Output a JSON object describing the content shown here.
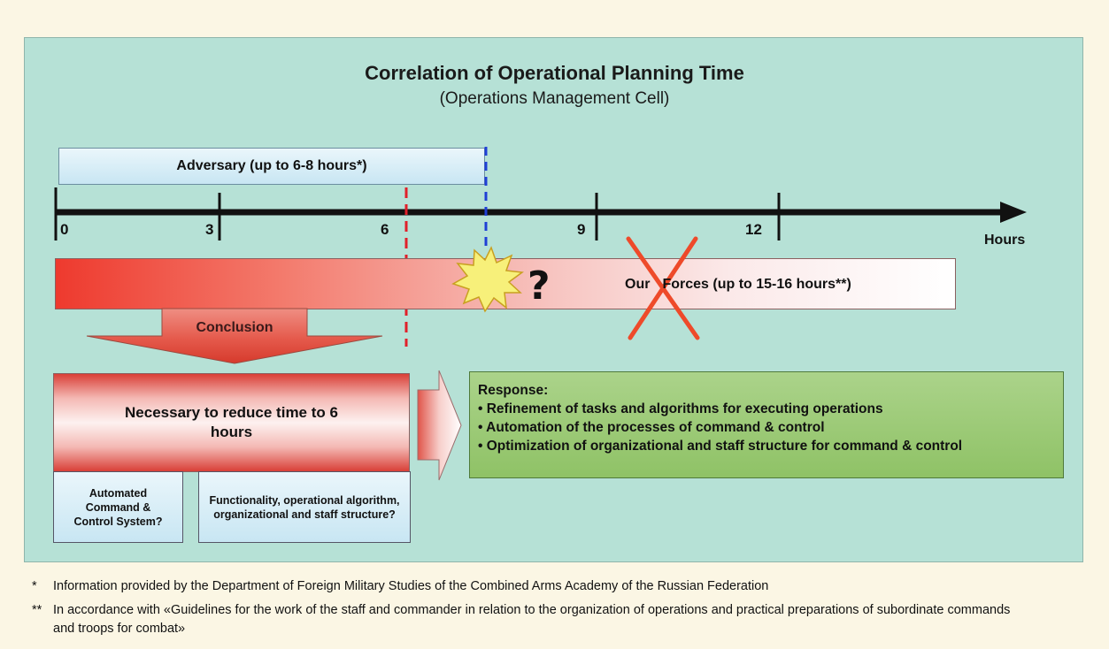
{
  "title": "Correlation of Operational Planning Time",
  "subtitle": "(Operations Management Cell)",
  "adversary_bar": {
    "label": "Adversary (up to 6-8 hours*)"
  },
  "timeline": {
    "ticks": [
      "0",
      "3",
      "6",
      "9",
      "12"
    ],
    "unit": "Hours"
  },
  "our_forces_bar": {
    "label_prefix": "Our",
    "label_suffix": "Forces (up to 15-16 hours**)",
    "question": "?"
  },
  "conclusion": {
    "label": "Conclusion"
  },
  "reduce_box": {
    "label": "Necessary to reduce time to 6 hours"
  },
  "sub_boxes": [
    {
      "label": "Automated Command & Control System?"
    },
    {
      "label": "Functionality, operational algorithm, organizational and staff structure?"
    }
  ],
  "response": {
    "heading": "Response:",
    "items": [
      "• Refinement of tasks and algorithms for executing operations",
      "• Automation of the processes of command & control",
      "• Optimization of organizational and staff structure for command & control"
    ]
  },
  "footnotes": [
    {
      "mark": "*",
      "text": "Information provided by the Department of Foreign Military Studies of the Combined Arms Academy of the Russian Federation"
    },
    {
      "mark": "**",
      "text": "In accordance with «Guidelines for the work of the staff and commander in relation to the organization of operations and practical preparations of subordinate commands and troops for combat»"
    }
  ],
  "colors": {
    "panel": "#b6e1d6",
    "adversary_marker": "#1f3fd6",
    "six_hour_marker": "#e0202a",
    "cross": "#ee4a2a",
    "burst": "#f7f07a",
    "response_box": "#9cca78"
  }
}
